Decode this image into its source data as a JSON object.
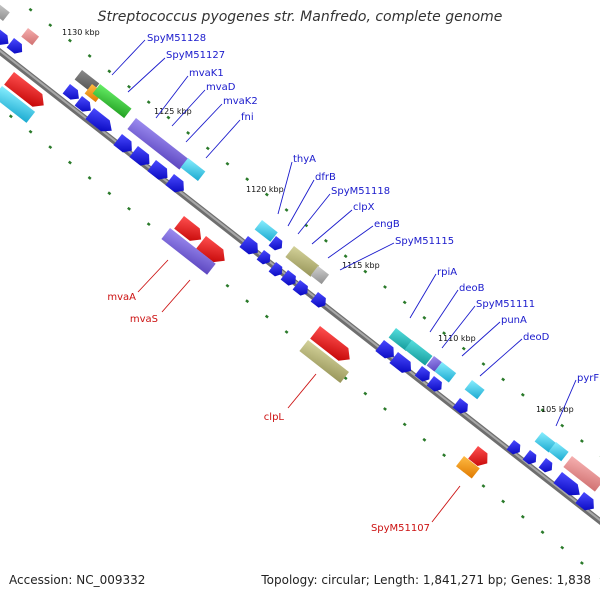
{
  "title": "Streptococcus pyogenes str. Manfredo, complete genome",
  "footer": {
    "accession": "Accession: NC_009332",
    "topology": "Topology: circular; Length: 1,841,271 bp; Genes: 1,838"
  },
  "colors": {
    "backbone": "#7f7f7f",
    "forward_label": "#1a1acc",
    "reverse_label": "#cc1111",
    "tick": "#2a7a2a",
    "blue": "#1010e0",
    "red": "#e81010",
    "cyan": "#33d0e8",
    "purple": "#7a66d8",
    "olive": "#b8b67a",
    "green": "#38c838",
    "orange": "#ff9900",
    "teal": "#22b8b8",
    "pink": "#e88c8c",
    "gray": "#a0a0a0",
    "darkgray": "#666666"
  },
  "kbp_ticks": [
    "1130 kbp",
    "1125 kbp",
    "1120 kbp",
    "1115 kbp",
    "1110 kbp",
    "1105 kbp"
  ],
  "forward_labels": [
    "SpyM51128",
    "SpyM51127",
    "mvaK1",
    "mvaD",
    "mvaK2",
    "fni",
    "thyA",
    "dfrB",
    "SpyM51118",
    "clpX",
    "engB",
    "SpyM51115",
    "rpiA",
    "deoB",
    "SpyM51111",
    "punA",
    "deoD",
    "pyrF"
  ],
  "reverse_labels": [
    "mvaA",
    "mvaS",
    "clpL",
    "SpyM51107"
  ]
}
